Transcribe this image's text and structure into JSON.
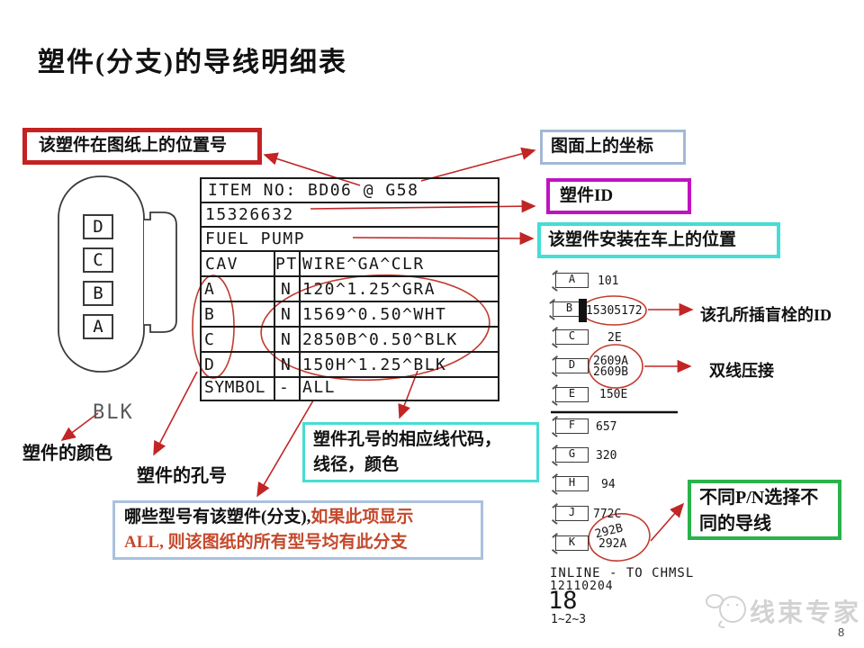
{
  "title": "塑件(分支)的导线明细表",
  "callouts": {
    "position_no": "该塑件在图纸上的位置号",
    "coords": "图面上的坐标",
    "part_id": "塑件ID",
    "mount_position": "该塑件安装在车上的位置",
    "wire_code_line1": "塑件孔号的相应线代码，",
    "wire_code_line2": "线径，颜色",
    "models_black": "哪些型号有该塑件(分支),",
    "models_red1": "如果此项显示",
    "models_red2": "ALL, 则该图纸的所有型号均有此分支",
    "pn_line1": "不同P/N选择不",
    "pn_line2": "同的导线",
    "plug_id": "该孔所插盲栓的ID",
    "double_crimp": "双线压接",
    "part_color": "塑件的颜色",
    "hole_no": "塑件的孔号"
  },
  "connector": {
    "pins": [
      "D",
      "C",
      "B",
      "A"
    ],
    "color_label": "BLK"
  },
  "wire_table": {
    "item_no": "ITEM NO: BD06 @ G58",
    "part_number": "15326632",
    "name": "FUEL PUMP",
    "headers": [
      "CAV",
      "PT",
      "WIRE^GA^CLR"
    ],
    "rows": [
      {
        "cav": "A",
        "pt": "N",
        "wire": "120^1.25^GRA"
      },
      {
        "cav": "B",
        "pt": "N",
        "wire": "1569^0.50^WHT"
      },
      {
        "cav": "C",
        "pt": "N",
        "wire": "2850B^0.50^BLK"
      },
      {
        "cav": "D",
        "pt": "N",
        "wire": "150H^1.25^BLK"
      }
    ],
    "symbol_row": {
      "label": "SYMBOL",
      "pt": "-",
      "value": "ALL"
    }
  },
  "pin_list": {
    "pins": [
      {
        "label": "A",
        "value": "101"
      },
      {
        "label": "B",
        "value": "15305172"
      },
      {
        "label": "C",
        "value": "2E"
      },
      {
        "label": "D",
        "value": "2609A",
        "value2": "2609B"
      },
      {
        "label": "E",
        "value": "150E"
      },
      {
        "label": "F",
        "value": "657"
      },
      {
        "label": "G",
        "value": "320"
      },
      {
        "label": "H",
        "value": "94"
      },
      {
        "label": "J",
        "value": "772C"
      },
      {
        "label": "K",
        "value": "292A",
        "value2": "292B"
      }
    ],
    "footer": [
      "INLINE - TO CHMSL",
      "12110204",
      "18",
      "1~2~3"
    ]
  },
  "watermark": {
    "text": "线束专家",
    "icon": "chick-icon"
  },
  "page_number": "8",
  "colors": {
    "arrow_red": "#c22525",
    "box_red": "#c42222",
    "magenta": "#c013c0",
    "cyan": "#45ddd5",
    "steel_blue": "#a9c1de",
    "green": "#2ab24b",
    "red_text": "#c5482b",
    "watermark_gray": "#d2d2d2"
  }
}
